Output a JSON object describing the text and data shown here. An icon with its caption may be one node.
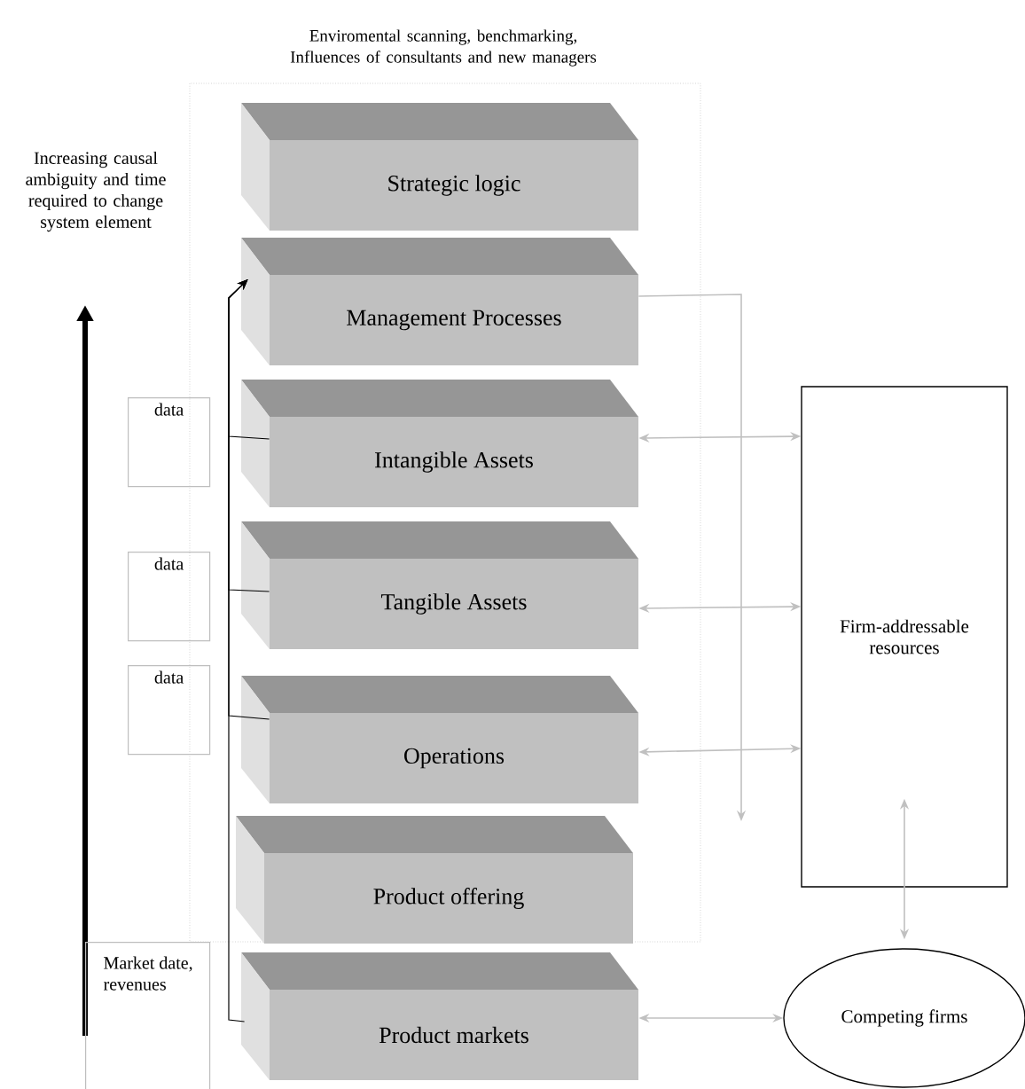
{
  "diagram": {
    "nodes": [
      {
        "text": [
          "Strategic logic"
        ]
      },
      {
        "text": [
          "Management Processes"
        ]
      },
      {
        "text": [
          "Intangible Assets"
        ]
      },
      {
        "text": [
          "Tangible Assets"
        ]
      },
      {
        "text": [
          "Operations"
        ]
      },
      {
        "text": [
          "Product offering"
        ]
      },
      {
        "text": [
          "Product markets"
        ]
      },
      {
        "text": [
          "data"
        ]
      },
      {
        "text": [
          "data"
        ]
      },
      {
        "text": [
          "data"
        ]
      },
      {
        "text": [
          "Market date, revenues"
        ]
      },
      {
        "text": [
          "Firm-addressable resources"
        ]
      },
      {
        "text": [
          "Competing firms"
        ]
      }
    ],
    "edges": [
      {
        "from": 2,
        "to": 1,
        "arrow": "to",
        "color": "#000000"
      },
      {
        "from": 3,
        "to": 1,
        "arrow": "to",
        "color": "#000000"
      },
      {
        "from": 4,
        "to": 1,
        "arrow": "to",
        "color": "#000000"
      },
      {
        "from": 6,
        "to": 1,
        "arrow": "to",
        "color": "#000000"
      },
      {
        "from": 1,
        "to": null,
        "arrow": "to"
      },
      {
        "from": 2,
        "to": 11,
        "arrow": "both"
      },
      {
        "from": 3,
        "to": 11,
        "arrow": "both"
      },
      {
        "from": 4,
        "to": 11,
        "arrow": "both"
      },
      {
        "from": 11,
        "to": 12,
        "arrow": "both"
      },
      {
        "from": 6,
        "to": 12,
        "arrow": "both"
      }
    ],
    "labels": [
      "Enviromental scanning, benchmarking, Influences of consultants and new managers",
      "Increasing causal ambiguity and time required to change system element"
    ]
  }
}
